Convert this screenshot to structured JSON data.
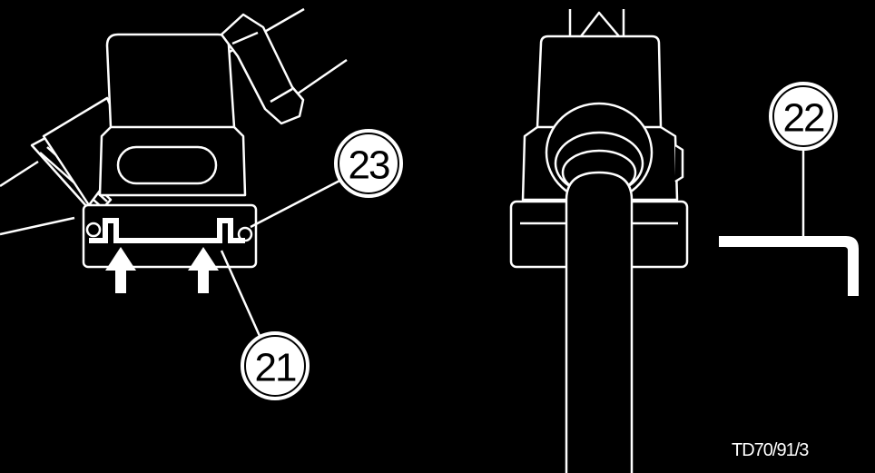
{
  "callouts": {
    "c21": "21",
    "c22": "22",
    "c23": "23"
  },
  "reference": "TD70/91/3",
  "colors": {
    "background": "#000000",
    "line": "#ffffff"
  }
}
